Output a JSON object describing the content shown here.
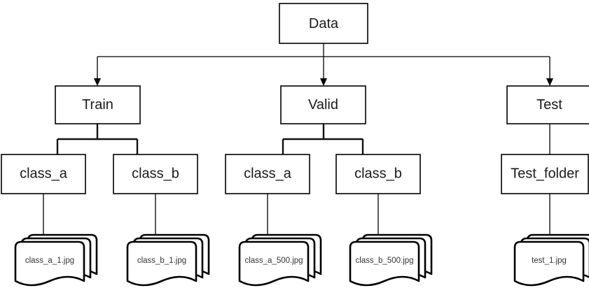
{
  "diagram": {
    "title": "Data",
    "type": "tree-diagram",
    "background_color": "#ffffff",
    "line_color": "#000000",
    "box_fill": "#ffffff",
    "root": {
      "id": "data",
      "label": "Data"
    },
    "splits": [
      {
        "id": "train",
        "label": "Train"
      },
      {
        "id": "valid",
        "label": "Valid"
      },
      {
        "id": "test",
        "label": "Test"
      }
    ],
    "classes": [
      {
        "id": "train-class-a",
        "label": "class_a",
        "parent": "train"
      },
      {
        "id": "train-class-b",
        "label": "class_b",
        "parent": "train"
      },
      {
        "id": "valid-class-a",
        "label": "class_a",
        "parent": "valid"
      },
      {
        "id": "valid-class-b",
        "label": "class_b",
        "parent": "valid"
      },
      {
        "id": "test-folder",
        "label": "Test_folder",
        "parent": "test"
      }
    ],
    "files": [
      {
        "id": "train-class-a-files",
        "label": "class_a_1.jpg",
        "parent": "train-class-a"
      },
      {
        "id": "train-class-b-files",
        "label": "class_b_1.jpg",
        "parent": "train-class-b"
      },
      {
        "id": "valid-class-a-files",
        "label": "class_a_500.jpg",
        "parent": "valid-class-a"
      },
      {
        "id": "valid-class-b-files",
        "label": "class_b_500.jpg",
        "parent": "valid-class-b"
      },
      {
        "id": "test-folder-files",
        "label": "test_1.jpg",
        "parent": "test-folder"
      }
    ]
  }
}
